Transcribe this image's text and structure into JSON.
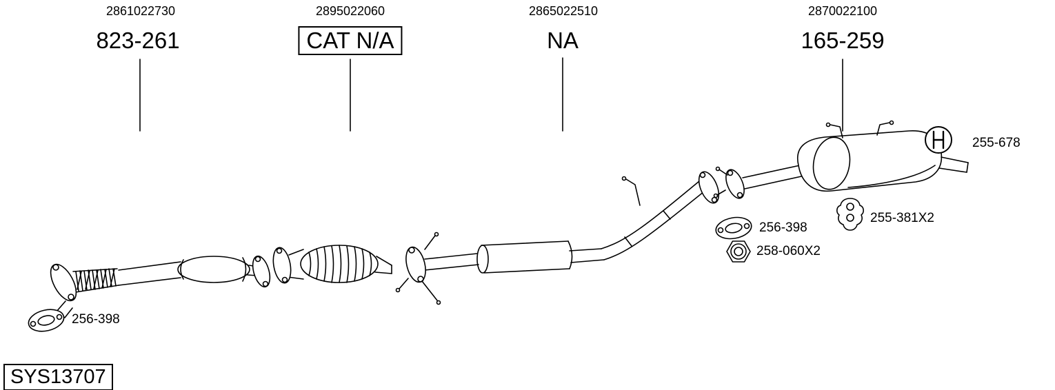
{
  "diagram": {
    "system_code": "SYS13707",
    "columns": [
      {
        "part_number": "2861022730",
        "label": "823-261"
      },
      {
        "part_number": "2895022060",
        "label": "CAT N/A"
      },
      {
        "part_number": "2865022510",
        "label": "NA"
      },
      {
        "part_number": "2870022100",
        "label": "165-259"
      }
    ],
    "callouts": {
      "hanger": {
        "icon": "hanger-icon",
        "label": "255-678"
      },
      "rubber_mount": {
        "icon": "rubber-mount-icon",
        "label": "255-381X2"
      },
      "gasket_rear": {
        "icon": "gasket-icon",
        "label": "256-398"
      },
      "nut": {
        "icon": "nut-icon",
        "label": "258-060X2"
      },
      "gasket_front": {
        "icon": "gasket-icon",
        "label": "256-398"
      }
    },
    "colors": {
      "line": "#000000",
      "background": "#ffffff"
    }
  }
}
